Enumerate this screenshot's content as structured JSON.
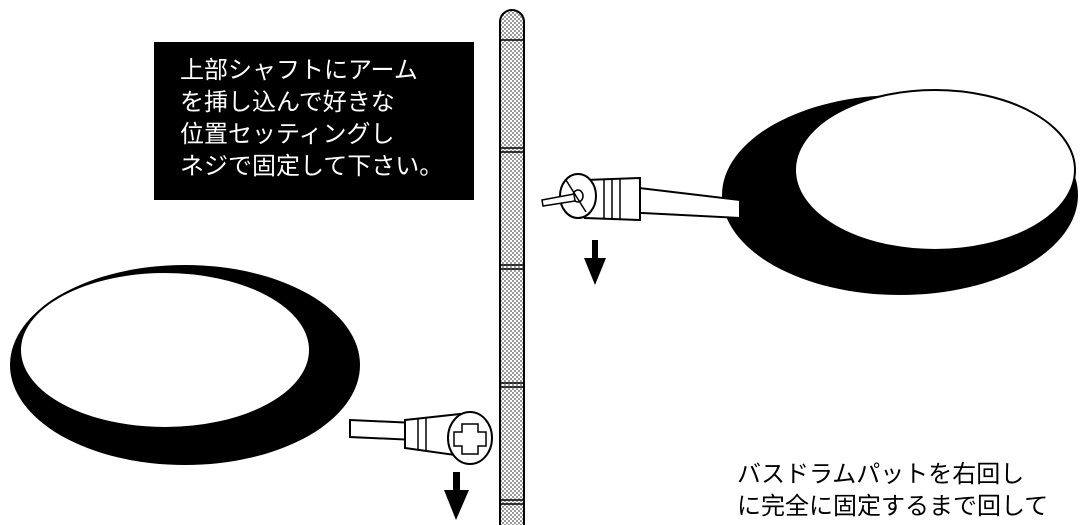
{
  "instruction_top": {
    "lines": [
      "上部シャフトにアーム",
      "を挿し込んで好きな",
      "位置セッティングし",
      "ネジで固定して下さい。"
    ]
  },
  "instruction_bottom": {
    "lines": [
      "バスドラムパットを右回し",
      "に完全に固定するまで回して"
    ]
  },
  "colors": {
    "ink": "#000000",
    "paper": "#ffffff"
  },
  "icons": {
    "arrows": "down-arrow-icon",
    "shaft": "shaft-icon",
    "pad": "drum-pad-icon"
  }
}
